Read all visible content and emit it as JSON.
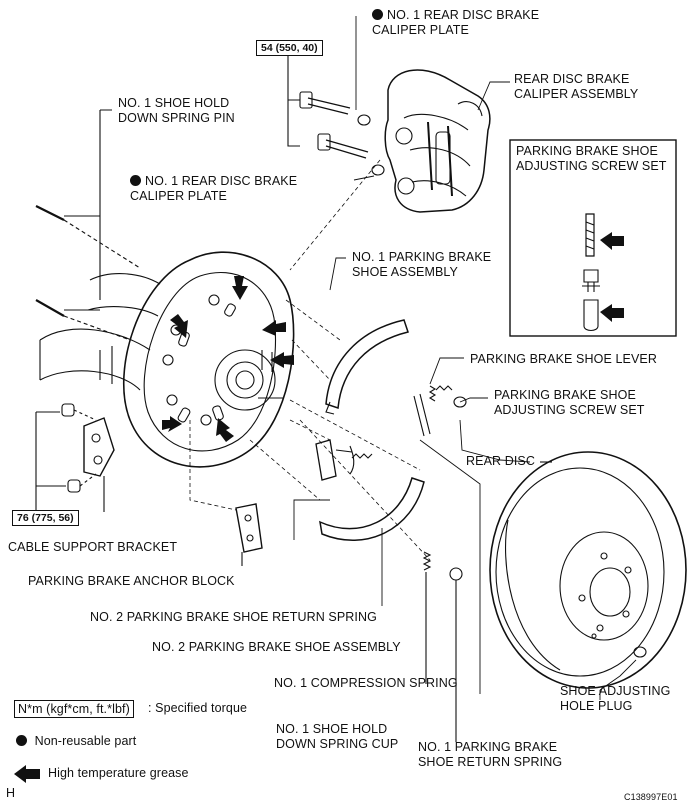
{
  "torque": {
    "top": "54 (550, 40)",
    "bottom": "76 (775, 56)"
  },
  "callouts": {
    "caliper_plate_top": "NO. 1 REAR DISC BRAKE\nCALIPER PLATE",
    "caliper_assembly": "REAR DISC BRAKE\nCALIPER ASSEMBLY",
    "shoe_hold_down_pin": "NO. 1 SHOE HOLD\nDOWN SPRING PIN",
    "caliper_plate_mid": "NO. 1 REAR DISC BRAKE\nCALIPER PLATE",
    "adjusting_screw_box_title": "PARKING BRAKE SHOE\nADJUSTING SCREW SET",
    "no1_shoe_assembly": "NO. 1 PARKING BRAKE\nSHOE ASSEMBLY",
    "shoe_lever": "PARKING BRAKE SHOE LEVER",
    "adjusting_screw_set": "PARKING BRAKE SHOE\nADJUSTING SCREW SET",
    "rear_disc": "REAR DISC",
    "cable_support_bracket": "CABLE SUPPORT BRACKET",
    "anchor_block": "PARKING BRAKE ANCHOR BLOCK",
    "no2_return_spring": "NO. 2 PARKING BRAKE SHOE RETURN SPRING",
    "no2_shoe_assembly": "NO. 2 PARKING BRAKE SHOE ASSEMBLY",
    "compression_spring": "NO. 1 COMPRESSION SPRING",
    "adjusting_hole_plug": "SHOE ADJUSTING\nHOLE PLUG",
    "spring_cup": "NO. 1 SHOE HOLD\nDOWN SPRING CUP",
    "no1_return_spring": "NO. 1 PARKING BRAKE\nSHOE RETURN SPRING"
  },
  "legend": {
    "torque_box": "N*m (kgf*cm, ft.*lbf)",
    "torque_desc": ": Specified torque",
    "nonreusable": "Non-reusable part",
    "grease": "High temperature grease"
  },
  "corner_letter": "H",
  "figure_code": "C138997E01",
  "icons": {
    "nonreusable": "filled-circle-icon",
    "grease": "black-arrow-icon"
  }
}
